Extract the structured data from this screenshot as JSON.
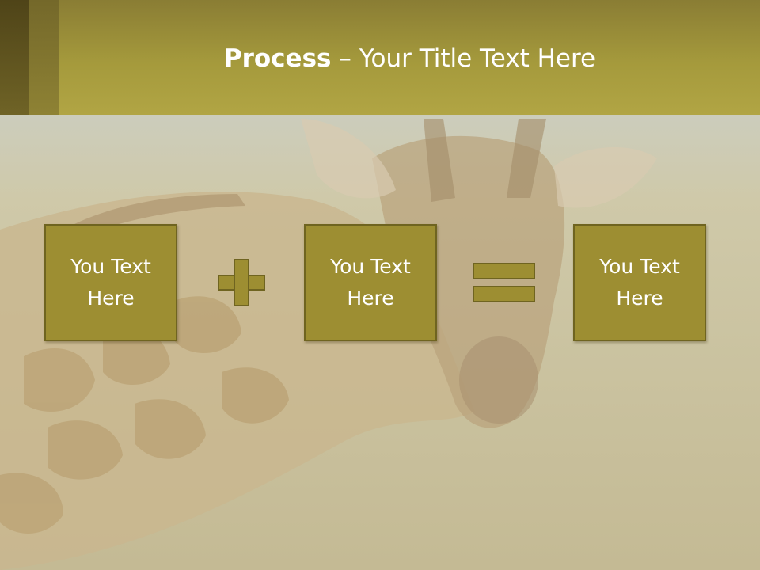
{
  "slide": {
    "title_bold": "Process",
    "title_rest": " – Your Title Text Here",
    "boxes": [
      {
        "text": "You Text\nHere"
      },
      {
        "text": "You Text\nHere"
      },
      {
        "text": "You Text\nHere"
      }
    ],
    "operators": [
      "plus",
      "equals"
    ],
    "colors": {
      "header": "#a59a3c",
      "box_fill": "#9d8e32",
      "box_border": "#6f6420",
      "text": "#ffffff"
    }
  }
}
